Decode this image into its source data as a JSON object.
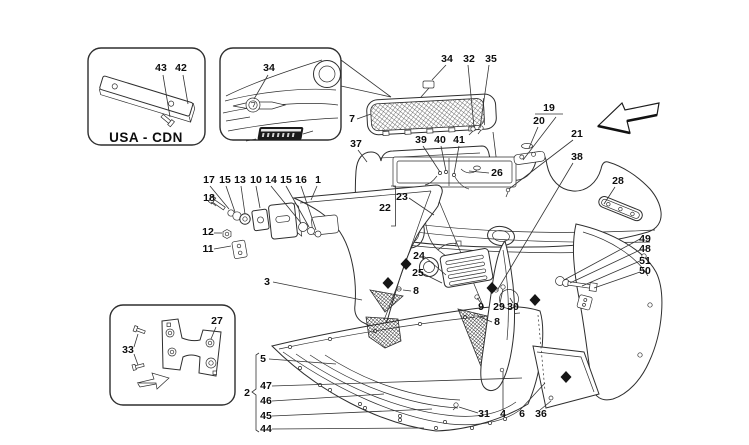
{
  "diagram": {
    "region_label": "USA - CDN",
    "callouts": [
      "43",
      "42",
      "34",
      "34",
      "32",
      "35",
      "7",
      "37",
      "19",
      "20",
      "21",
      "38",
      "28",
      "17",
      "15",
      "13",
      "10",
      "14",
      "15",
      "16",
      "1",
      "18",
      "12",
      "11",
      "39",
      "40",
      "41",
      "26",
      "23",
      "22",
      "3",
      "24",
      "25",
      "8",
      "9",
      "29",
      "30",
      "8",
      "49",
      "48",
      "51",
      "50",
      "27",
      "33",
      "2",
      "5",
      "47",
      "46",
      "45",
      "44",
      "31",
      "4",
      "6",
      "36"
    ],
    "icons": {
      "direction_arrow_large": "block-arrow-left-down",
      "direction_arrow_inset": "block-arrow-right-up",
      "fastener_marker": "black-diamond",
      "brand_emblem": "prancing-horse-emblem",
      "brand_badge": "script-badge"
    },
    "colors": {
      "background": "#ffffff",
      "line": "#2e2e2e",
      "label": "#0d0d0d",
      "mesh": "#3c3c3c",
      "marker": "#161616"
    }
  }
}
